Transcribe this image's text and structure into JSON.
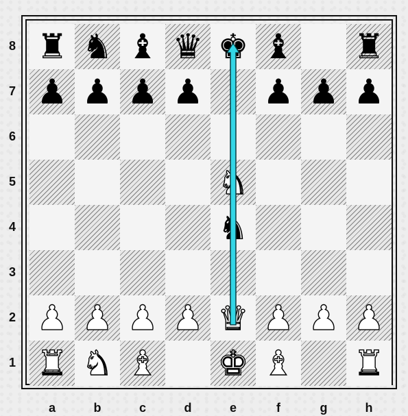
{
  "files": [
    "a",
    "b",
    "c",
    "d",
    "e",
    "f",
    "g",
    "h"
  ],
  "ranks": [
    "8",
    "7",
    "6",
    "5",
    "4",
    "3",
    "2",
    "1"
  ],
  "colors": {
    "arrow": "#33d6e6",
    "arrow_outline": "#0a3a40"
  },
  "pieces": [
    {
      "square": "a8",
      "color": "black",
      "type": "rook",
      "glyph": "♜"
    },
    {
      "square": "b8",
      "color": "black",
      "type": "knight",
      "glyph": "♞"
    },
    {
      "square": "c8",
      "color": "black",
      "type": "bishop",
      "glyph": "♝"
    },
    {
      "square": "d8",
      "color": "black",
      "type": "queen",
      "glyph": "♛"
    },
    {
      "square": "e8",
      "color": "black",
      "type": "king",
      "glyph": "♚"
    },
    {
      "square": "f8",
      "color": "black",
      "type": "bishop",
      "glyph": "♝"
    },
    {
      "square": "h8",
      "color": "black",
      "type": "rook",
      "glyph": "♜"
    },
    {
      "square": "a7",
      "color": "black",
      "type": "pawn",
      "glyph": "♟"
    },
    {
      "square": "b7",
      "color": "black",
      "type": "pawn",
      "glyph": "♟"
    },
    {
      "square": "c7",
      "color": "black",
      "type": "pawn",
      "glyph": "♟"
    },
    {
      "square": "d7",
      "color": "black",
      "type": "pawn",
      "glyph": "♟"
    },
    {
      "square": "f7",
      "color": "black",
      "type": "pawn",
      "glyph": "♟"
    },
    {
      "square": "g7",
      "color": "black",
      "type": "pawn",
      "glyph": "♟"
    },
    {
      "square": "h7",
      "color": "black",
      "type": "pawn",
      "glyph": "♟"
    },
    {
      "square": "e5",
      "color": "white",
      "type": "knight",
      "glyph": "♞"
    },
    {
      "square": "e4",
      "color": "black",
      "type": "knight",
      "glyph": "♞"
    },
    {
      "square": "a2",
      "color": "white",
      "type": "pawn",
      "glyph": "♟"
    },
    {
      "square": "b2",
      "color": "white",
      "type": "pawn",
      "glyph": "♟"
    },
    {
      "square": "c2",
      "color": "white",
      "type": "pawn",
      "glyph": "♟"
    },
    {
      "square": "d2",
      "color": "white",
      "type": "pawn",
      "glyph": "♟"
    },
    {
      "square": "e2",
      "color": "white",
      "type": "queen",
      "glyph": "♛"
    },
    {
      "square": "f2",
      "color": "white",
      "type": "pawn",
      "glyph": "♟"
    },
    {
      "square": "g2",
      "color": "white",
      "type": "pawn",
      "glyph": "♟"
    },
    {
      "square": "h2",
      "color": "white",
      "type": "pawn",
      "glyph": "♟"
    },
    {
      "square": "a1",
      "color": "white",
      "type": "rook",
      "glyph": "♜"
    },
    {
      "square": "b1",
      "color": "white",
      "type": "knight",
      "glyph": "♞"
    },
    {
      "square": "c1",
      "color": "white",
      "type": "bishop",
      "glyph": "♝"
    },
    {
      "square": "e1",
      "color": "white",
      "type": "king",
      "glyph": "♚"
    },
    {
      "square": "f1",
      "color": "white",
      "type": "bishop",
      "glyph": "♝"
    },
    {
      "square": "h1",
      "color": "white",
      "type": "rook",
      "glyph": "♜"
    }
  ],
  "arrow": {
    "from": "e2",
    "to": "e8"
  }
}
